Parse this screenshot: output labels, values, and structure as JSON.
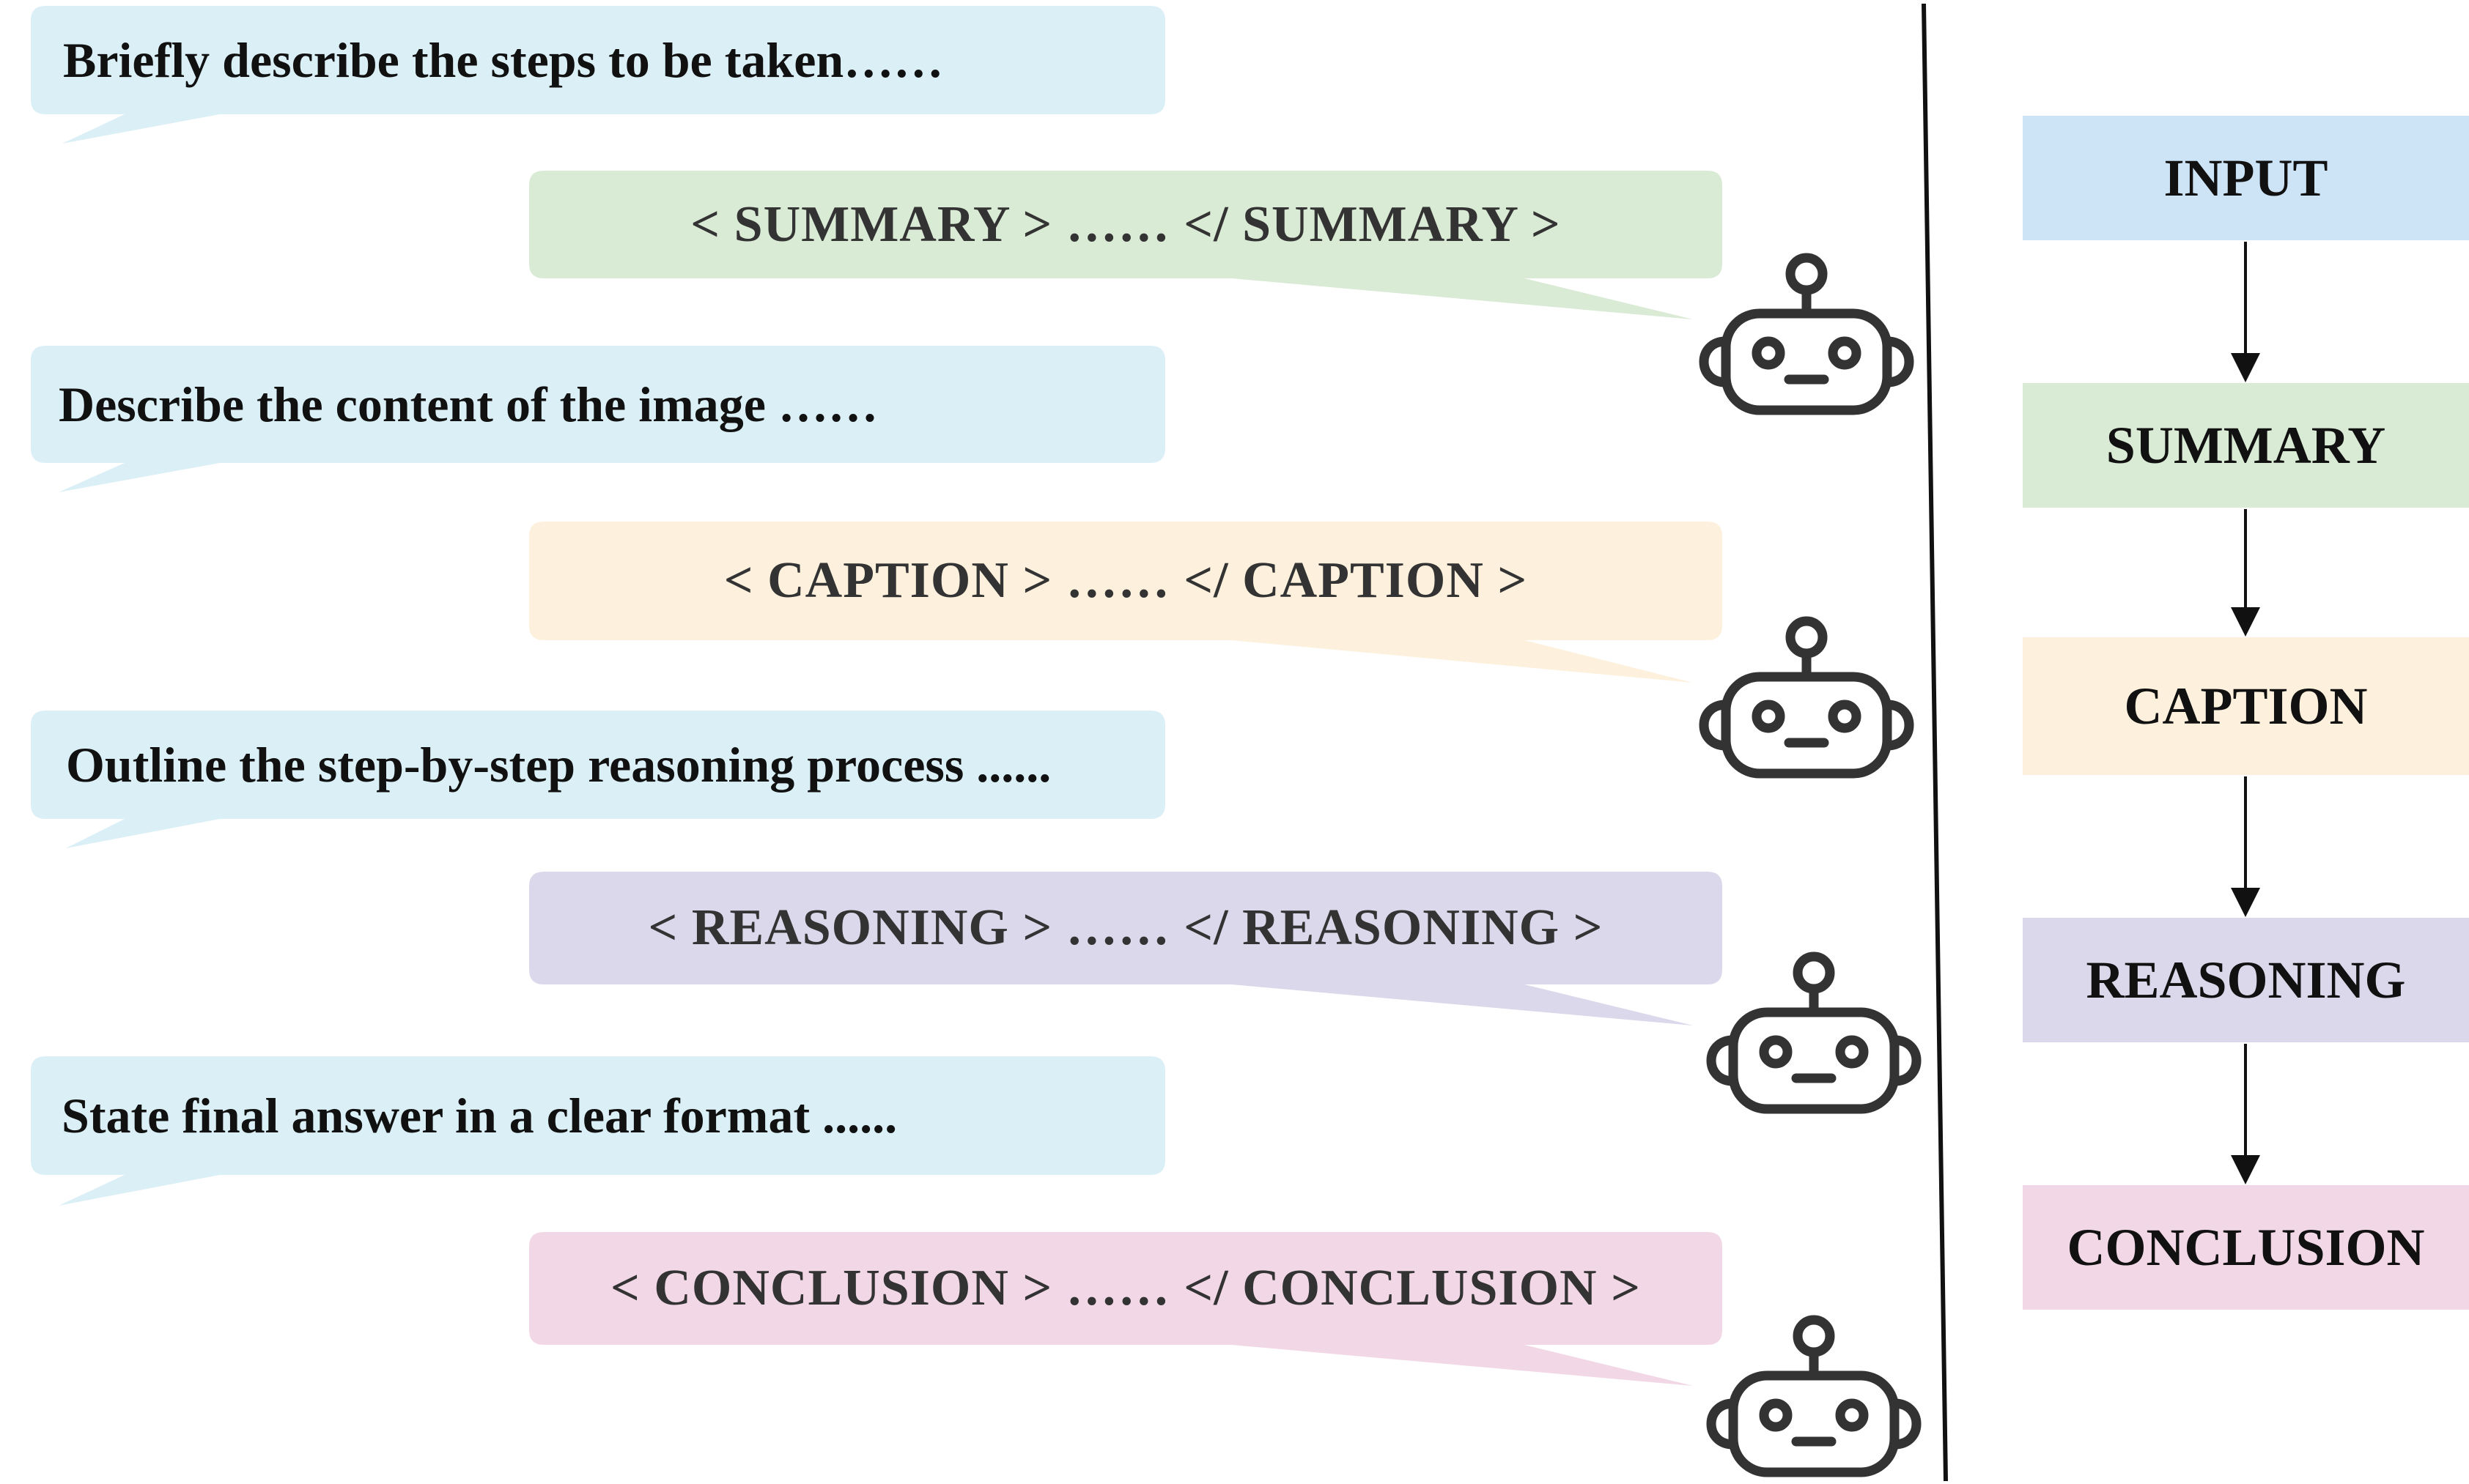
{
  "dialogue": [
    {
      "prompt": "Briefly describe the steps to be taken……",
      "reply": "< SUMMARY > …… </ SUMMARY >",
      "color": "#d9ead5"
    },
    {
      "prompt": "Describe the content of the image ……",
      "reply": "< CAPTION >  ……  </ CAPTION >",
      "color": "#fdf1dd"
    },
    {
      "prompt": "Outline the step-by-step reasoning process ......",
      "reply": "< REASONING > …… </ REASONING >",
      "color": "#dcd8eb"
    },
    {
      "prompt": "State final answer in a clear format ......",
      "reply": "< CONCLUSION > …… </ CONCLUSION >",
      "color": "#f2d8e6"
    }
  ],
  "user_bubble_color": "#dbeff6",
  "pipeline": {
    "stages": [
      {
        "label": "INPUT",
        "color": "#cde3f6"
      },
      {
        "label": "SUMMARY",
        "color": "#d9ead5"
      },
      {
        "label": "CAPTION",
        "color": "#fdf1dd"
      },
      {
        "label": "REASONING",
        "color": "#dcd8eb"
      },
      {
        "label": "CONCLUSION",
        "color": "#f2d8e6"
      }
    ]
  },
  "icons": {
    "assistant": "robot-icon"
  }
}
